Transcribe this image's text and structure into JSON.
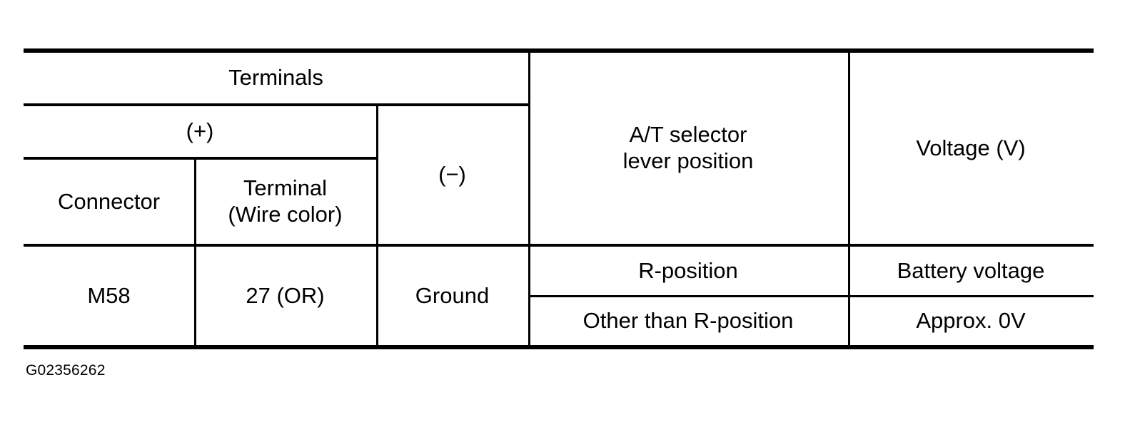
{
  "document": {
    "caption": "G02356262"
  },
  "table": {
    "headers": {
      "terminals": "Terminals",
      "positive": "(+)",
      "negative": "(−)",
      "connector": "Connector",
      "terminal_line1": "Terminal",
      "terminal_line2": "(Wire color)",
      "at_selector_line1": "A/T selector",
      "at_selector_line2": "lever position",
      "voltage": "Voltage (V)"
    },
    "rows": [
      {
        "connector": "M58",
        "terminal": "27 (OR)",
        "negative": "Ground",
        "conditions": [
          {
            "lever_position": "R-position",
            "voltage": "Battery voltage"
          },
          {
            "lever_position": "Other than R-position",
            "voltage": "Approx. 0V"
          }
        ]
      }
    ]
  },
  "style": {
    "ink": "#000000",
    "paper": "#ffffff"
  }
}
